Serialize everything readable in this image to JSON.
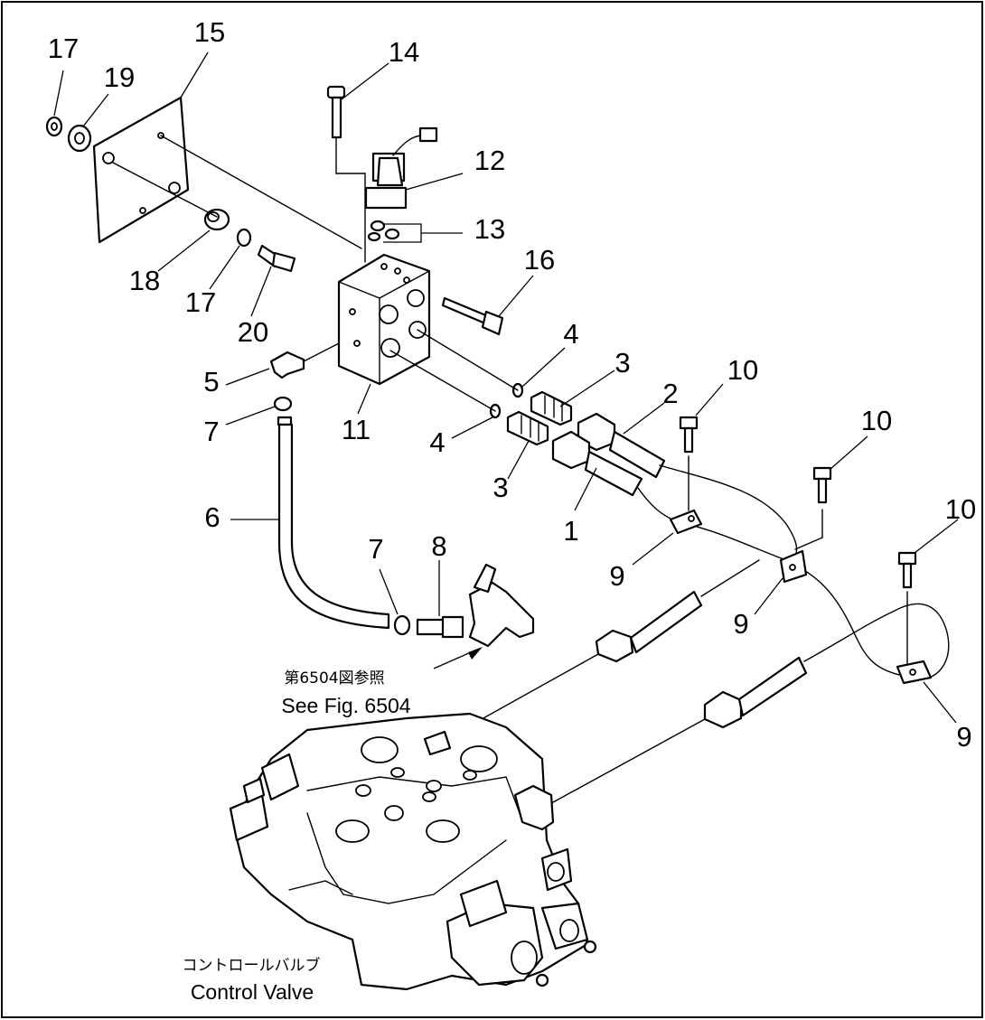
{
  "callouts": {
    "c1": "1",
    "c2": "2",
    "c3a": "3",
    "c3b": "3",
    "c4a": "4",
    "c4b": "4",
    "c5": "5",
    "c6": "6",
    "c7a": "7",
    "c7b": "7",
    "c8": "8",
    "c9a": "9",
    "c9b": "9",
    "c9c": "9",
    "c10a": "10",
    "c10b": "10",
    "c10c": "10",
    "c11": "11",
    "c12": "12",
    "c13": "13",
    "c14": "14",
    "c15": "15",
    "c16": "16",
    "c17a": "17",
    "c17b": "17",
    "c18": "18",
    "c19": "19",
    "c20": "20"
  },
  "captions": {
    "see_fig_jp": "第6504図参照",
    "see_fig_en": "See Fig. 6504",
    "control_valve_jp": "コントロールバルブ",
    "control_valve_en": "Control Valve"
  }
}
